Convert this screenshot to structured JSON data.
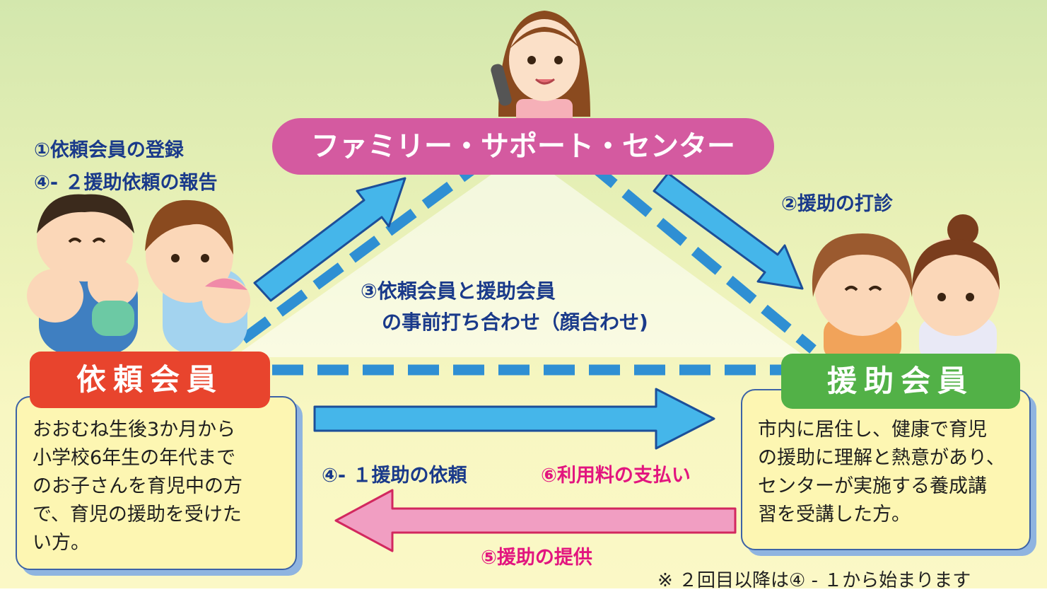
{
  "center": {
    "label": "ファミリー・サポート・センター"
  },
  "requester": {
    "title": "依頼会員",
    "desc": [
      "おおむね生後3か月から",
      "小学校6年生の年代まで",
      "のお子さんを育児中の方",
      "で、育児の援助を受けた",
      "い方。"
    ]
  },
  "helper": {
    "title": "援助会員",
    "desc": [
      "市内に居住し、健康で育児",
      "の援助に理解と熱意があり、",
      "センターが実施する養成講",
      "習を受講した方。"
    ]
  },
  "steps": {
    "s1": "①依頼会員の登録",
    "s4_2": "④- ２援助依頼の報告",
    "s2": "②援助の打診",
    "s3_a": "③依頼会員と援助会員",
    "s3_b": "の事前打ち合わせ（顔合わせ)",
    "s4_1": "④- １援助の依頼",
    "s6": "⑥利用料の支払い",
    "s5": "⑤援助の提供"
  },
  "note": "※ ２回目以降は④ - １から始まります",
  "colors": {
    "center": "#d45aa0",
    "requester": "#e8442d",
    "helper": "#52b147",
    "step_text": "#1a3a8a",
    "pay_text": "#e2157f",
    "arrow_blue": "#45b6ea",
    "arrow_pink": "#f19ec2"
  }
}
